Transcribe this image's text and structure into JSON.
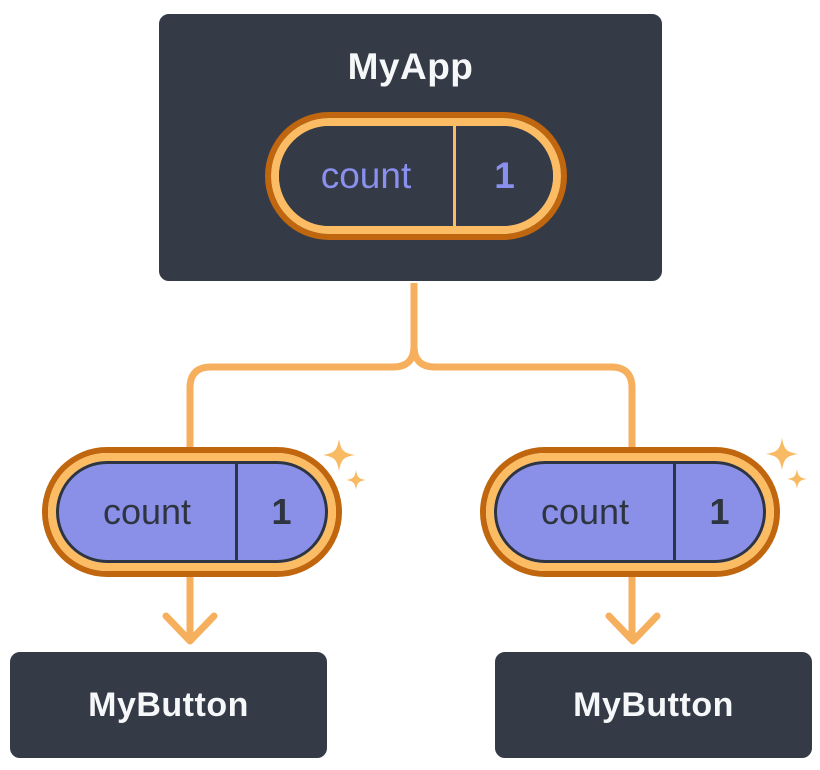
{
  "diagram": {
    "root": {
      "title": "MyApp",
      "state_pill": {
        "label": "count",
        "value": "1"
      }
    },
    "children": [
      {
        "title": "MyButton",
        "prop_pill": {
          "label": "count",
          "value": "1"
        }
      },
      {
        "title": "MyButton",
        "prop_pill": {
          "label": "count",
          "value": "1"
        }
      }
    ],
    "colors": {
      "node_bg": "#343A46",
      "node_border": "#FFFFFF",
      "node_text": "#F6F7F9",
      "pill_ring_outer": "#C0660F",
      "pill_ring_inner": "#FBBC64",
      "pill_root_bg": "#343A46",
      "pill_child_bg": "#8A90E8",
      "root_label": "#8A90EE",
      "child_label": "#2E3440",
      "connector": "#F6AF5C",
      "sparkle": "#F8BB63",
      "page_bg": "#FFFFFF"
    }
  }
}
